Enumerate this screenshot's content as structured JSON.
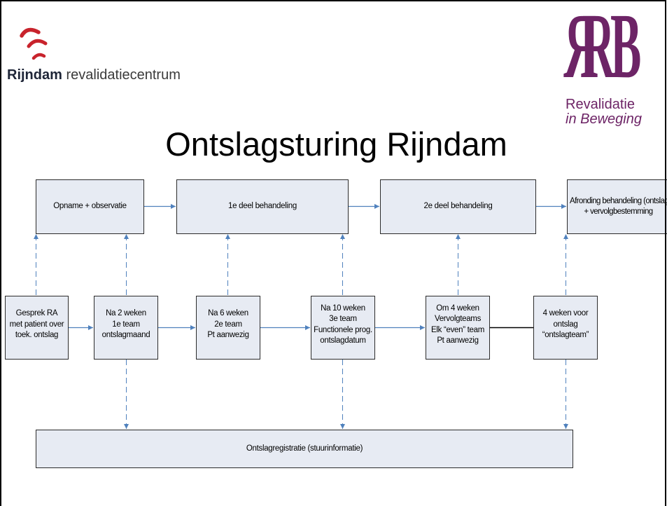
{
  "slide": {
    "title": "Ontslagsturing Rijndam"
  },
  "logos": {
    "rijndam": {
      "icon": "rijndam-arcs-icon",
      "name_bold": "Rijndam",
      "name_rest": "revalidatiecentrum"
    },
    "rib": {
      "icon": "rib-monogram-icon",
      "monogram": [
        "R",
        "R",
        "B"
      ],
      "line1": "Revalidatie",
      "line2": "in Beweging"
    }
  },
  "flow": {
    "phases": [
      {
        "lines": [
          "Opname + observatie"
        ]
      },
      {
        "lines": [
          "1e deel behandeling"
        ]
      },
      {
        "lines": [
          "2e deel behandeling"
        ]
      },
      {
        "lines": [
          "Afronding behandeling (ontslag",
          "+ vervolgbestemming"
        ]
      }
    ],
    "moments": [
      {
        "lines": [
          "Gesprek RA",
          "met patient over",
          "toek. ontslag"
        ]
      },
      {
        "lines": [
          "Na 2 weken",
          "1e team",
          "ontslagmaand"
        ]
      },
      {
        "lines": [
          "Na 6 weken",
          "2e team",
          "Pt aanwezig"
        ]
      },
      {
        "lines": [
          "Na 10 weken",
          "3e team",
          "Functionele prog.",
          "ontslagdatum"
        ]
      },
      {
        "lines": [
          "Om 4 weken",
          "Vervolgteams",
          "Elk “even” team",
          "Pt aanwezig"
        ]
      },
      {
        "lines": [
          "4 weken voor",
          "ontslag",
          "“ontslagteam”"
        ]
      }
    ],
    "registration": {
      "lines": [
        "Ontslagregistratie (stuurinformatie)"
      ]
    }
  },
  "colors": {
    "arrow": "#4f81bd",
    "connector": "#000000",
    "box_fill": "#e7ebf3",
    "box_border": "#2b2b2b",
    "logo_red": "#c8232c",
    "logo_purple": "#6d2466",
    "wordmark": "#1e2537"
  }
}
